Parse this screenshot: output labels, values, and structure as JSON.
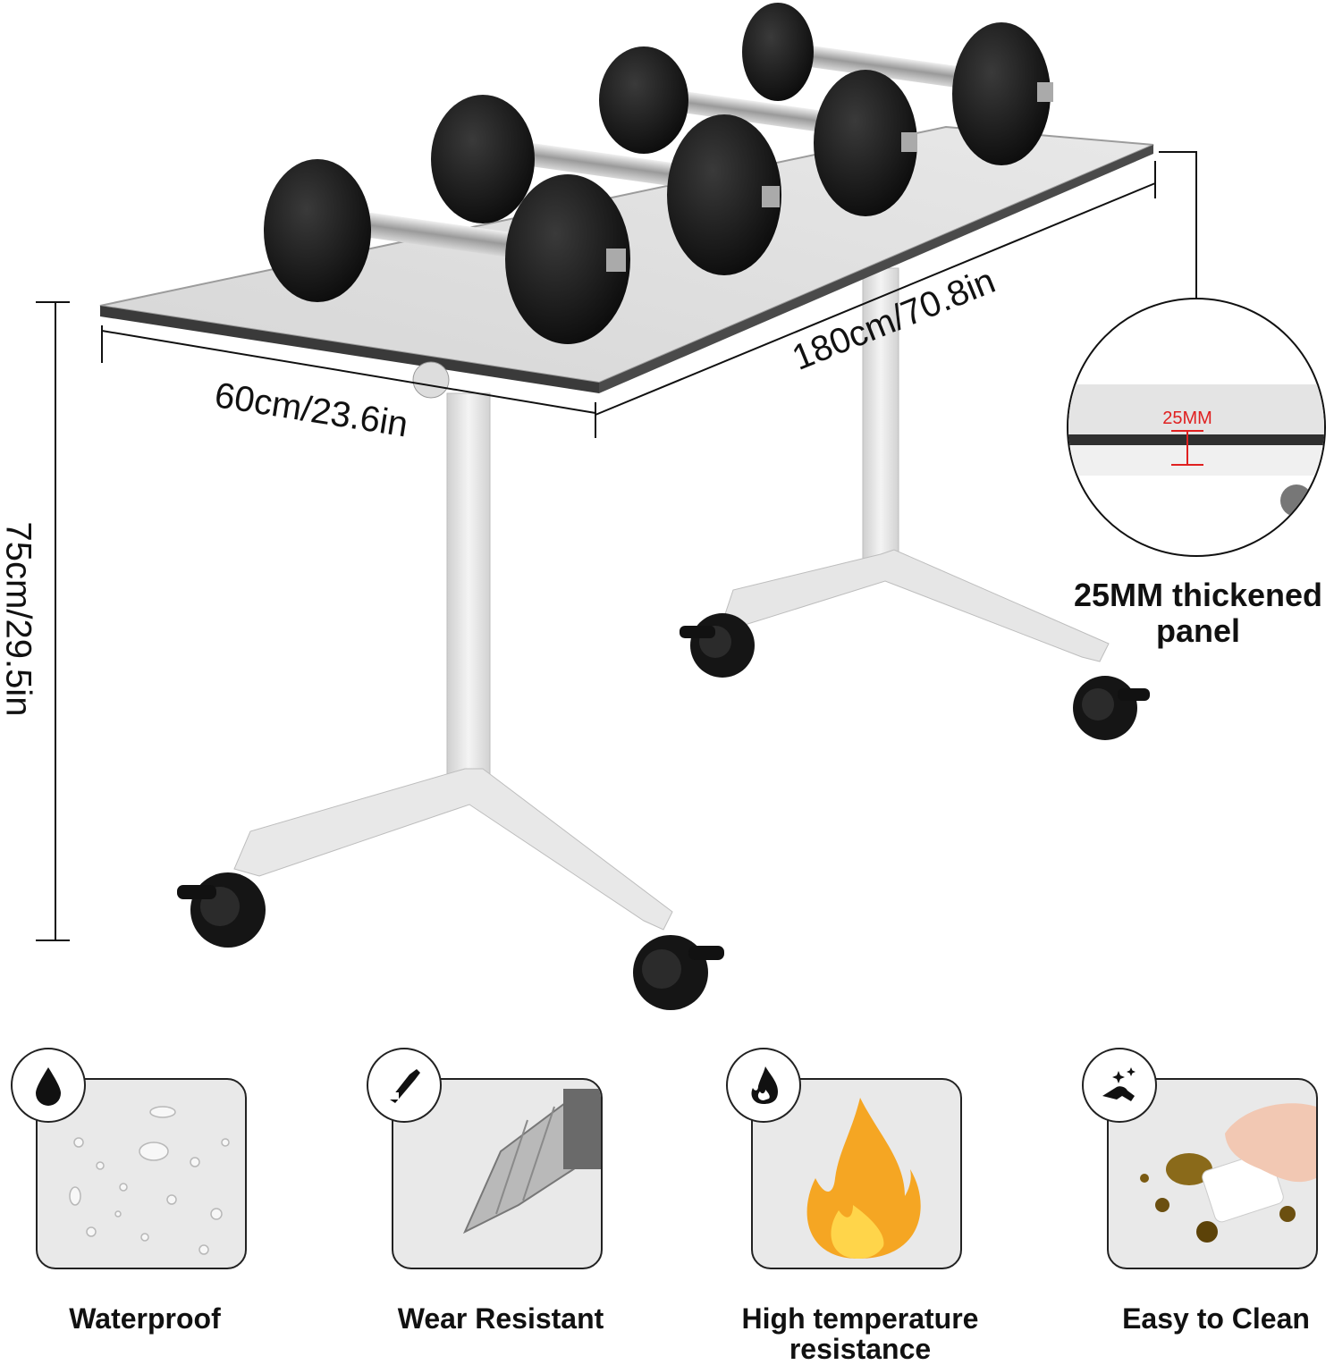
{
  "dimensions": {
    "width_label": "60cm/23.6in",
    "length_label": "180cm/70.8in",
    "height_label": "75cm/29.5in"
  },
  "callout": {
    "thickness_label": "25MM",
    "caption_line1": "25MM thickened",
    "caption_line2": "panel"
  },
  "features": [
    {
      "label": "Waterproof",
      "icon": "water-drop-icon"
    },
    {
      "label": "Wear Resistant",
      "icon": "utility-knife-icon"
    },
    {
      "label": "High temperature resistance",
      "icon": "flame-icon"
    },
    {
      "label": "Easy to Clean",
      "icon": "cleaning-hand-icon"
    }
  ],
  "colors": {
    "table_top": "#dcdcdc",
    "frame": "#e6e6e6",
    "dumbbell": "#111111",
    "accent_red": "#e02020"
  }
}
